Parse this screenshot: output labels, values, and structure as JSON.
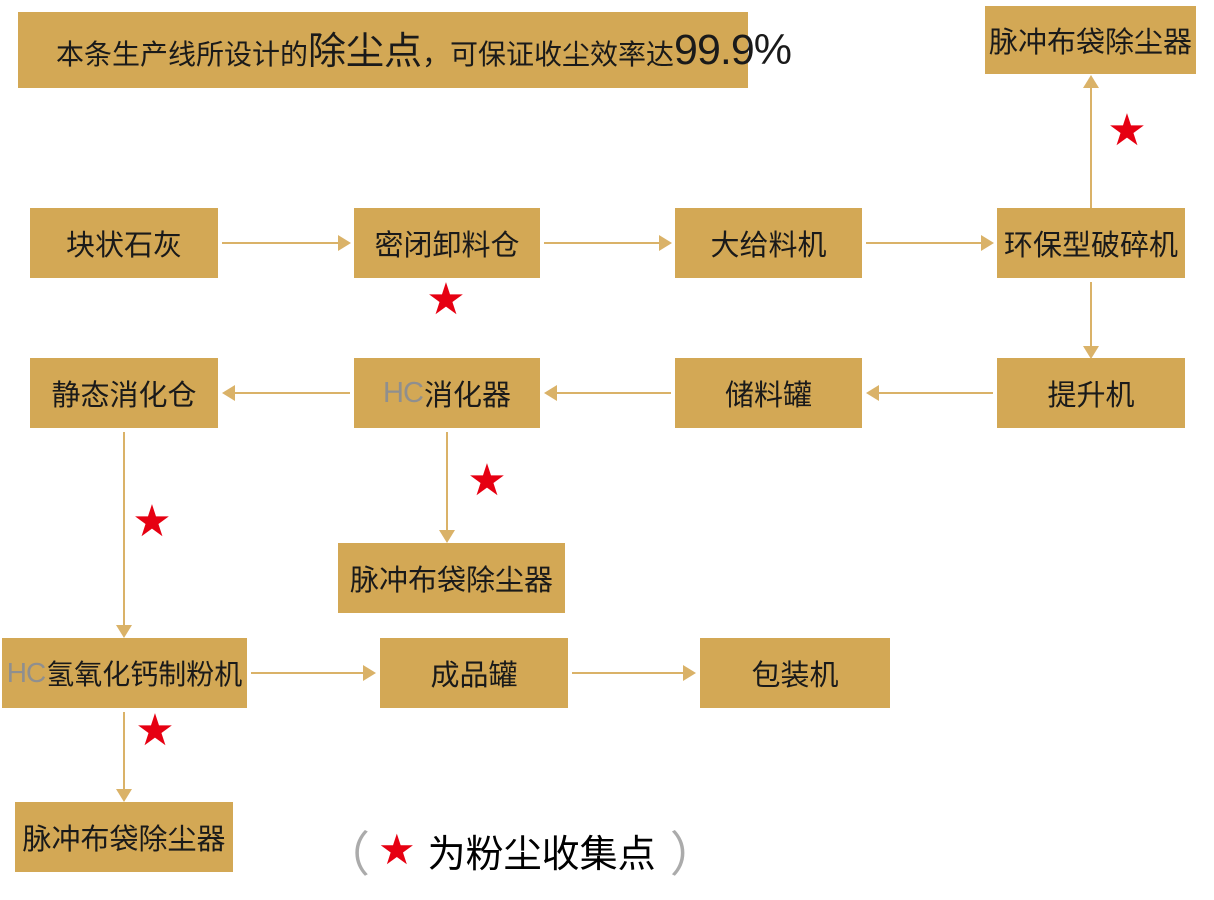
{
  "colors": {
    "box_fill": "#D3A855",
    "arrow": "#DAB268",
    "star": "#E60012",
    "text": "#1A1A1A",
    "hc": "#8F8F8F",
    "paren": "#ABABAB",
    "background": "#FFFFFF"
  },
  "banner": {
    "segments": [
      {
        "text": "本条生产线所设计的",
        "style": "normal"
      },
      {
        "text": "除尘点",
        "style": "large"
      },
      {
        "text": "，可保证收尘效率达",
        "style": "normal"
      },
      {
        "text": "99.9%",
        "style": "number"
      }
    ]
  },
  "nodes": {
    "dust_top": "脉冲布袋除尘器",
    "lump_lime": "块状石灰",
    "sealed_unloading_bin": "密闭卸料仓",
    "large_feeder": "大给料机",
    "eco_crusher": "环保型破碎机",
    "static_digestion_bin": "静态消化仓",
    "hc_digester": {
      "prefix": "HC",
      "label": "消化器"
    },
    "storage_tank": "储料罐",
    "bucket_elevator": "提升机",
    "dust_mid": "脉冲布袋除尘器",
    "hc_calcium_mill": {
      "prefix": "HC",
      "label": "氢氧化钙制粉机"
    },
    "finished_tank": "成品罐",
    "packing_machine": "包装机",
    "dust_bottom": "脉冲布袋除尘器"
  },
  "star_symbol": "★",
  "legend": {
    "open_paren": "（",
    "star": "★",
    "label": "为粉尘收集点",
    "close_paren": "）"
  }
}
